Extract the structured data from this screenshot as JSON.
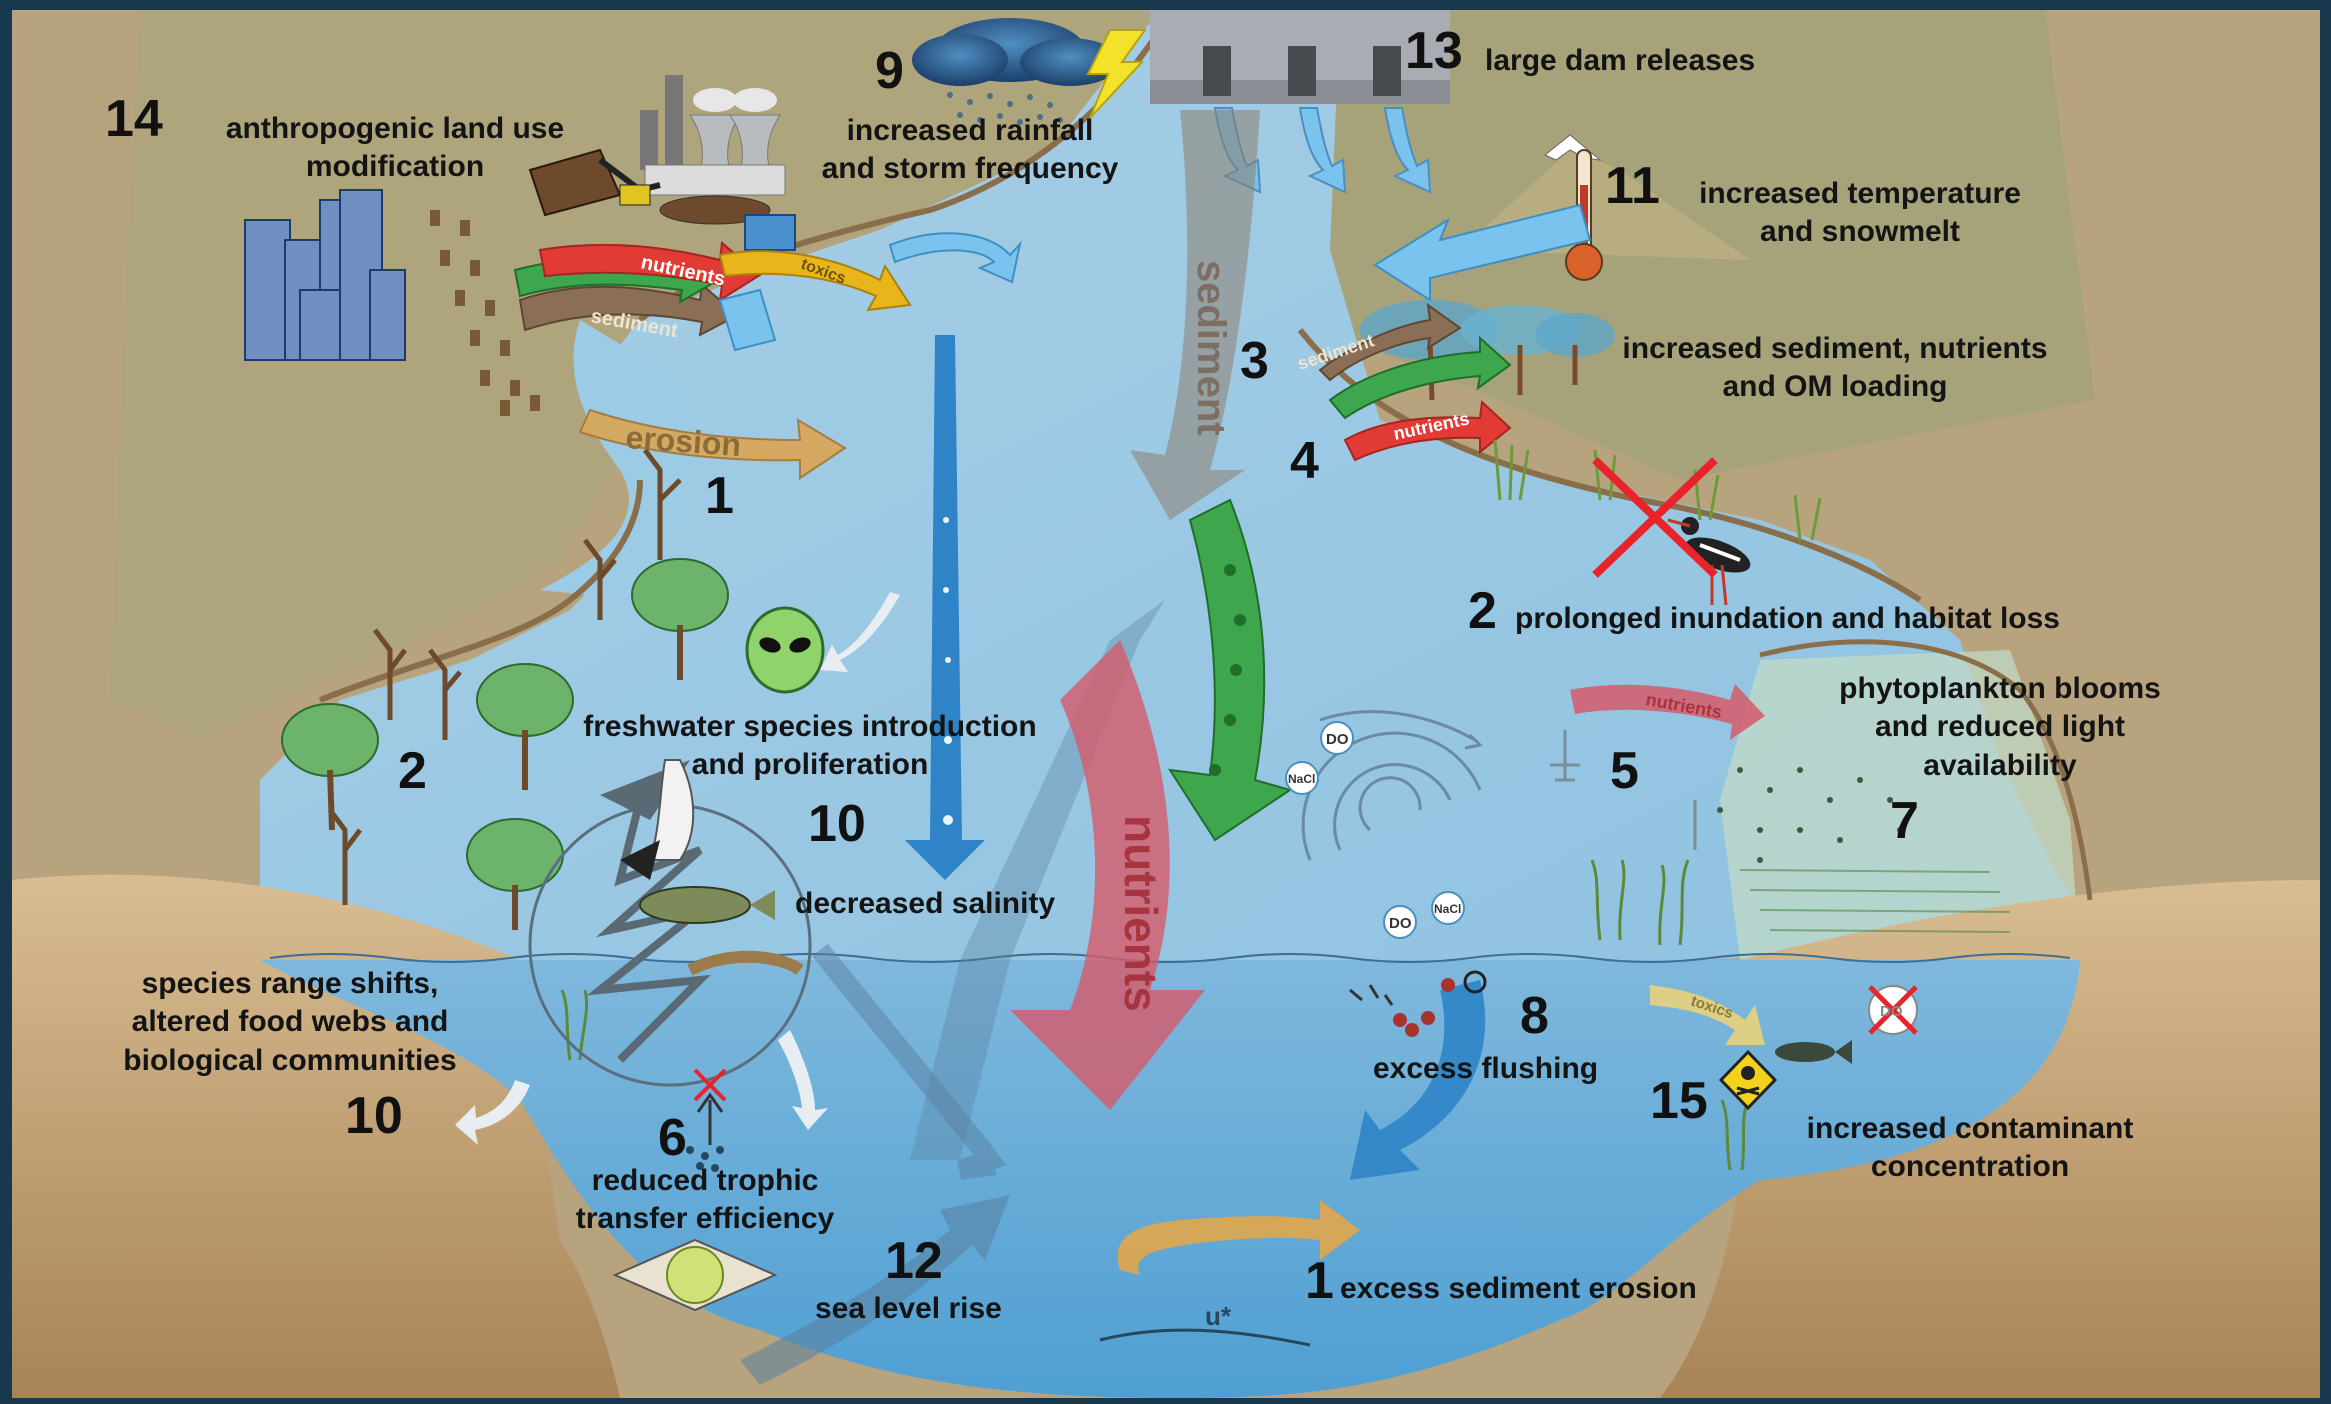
{
  "labels": {
    "anthropogenic": "anthropogenic land use\nmodification",
    "rainfall": "increased rainfall\nand storm frequency",
    "dam": "large dam releases",
    "temperature": "increased temperature\nand snowmelt",
    "sediment_loading": "increased sediment, nutrients\nand OM loading",
    "inundation": "prolonged inundation and habitat loss",
    "phytoplankton": "phytoplankton blooms\nand reduced light\navailability",
    "freshwater_species": "freshwater species introduction\nand proliferation",
    "salinity": "decreased salinity",
    "range_shifts": "species range shifts,\naltered food webs and\nbiological communities",
    "trophic": "reduced trophic\ntransfer efficiency",
    "flushing": "excess flushing",
    "contaminant": "increased contaminant\nconcentration",
    "sea_level": "sea level rise",
    "sediment_erosion": "excess sediment erosion"
  },
  "numbers": {
    "n14": "14",
    "n9": "9",
    "n13": "13",
    "n11": "11",
    "n3": "3",
    "n4": "4",
    "n1_top": "1",
    "n2_right": "2",
    "n2_left": "2",
    "n10_mid": "10",
    "n5": "5",
    "n7": "7",
    "n8": "8",
    "n10_left": "10",
    "n6": "6",
    "n15": "15",
    "n12": "12",
    "n1_bottom": "1"
  },
  "arrow_text": {
    "nutrients": "nutrients",
    "sediment": "sediment",
    "toxics": "toxics",
    "erosion": "erosion",
    "sediment_big": "sediment",
    "nutrients_big": "nutrients",
    "do": "DO",
    "nacl": "NaCl",
    "u_star": "u*"
  },
  "colors": {
    "land": "#b5a27d",
    "land_dark": "#a68f63",
    "water": "#8fc0de",
    "water_deep": "#5aa6d6",
    "nutrients": "#d65a6a",
    "sediment": "#8a6e55",
    "green": "#3ea64d",
    "toxics": "#e8b51a",
    "erosion": "#d8a85c",
    "dark_arrow": "#2f84c7"
  }
}
